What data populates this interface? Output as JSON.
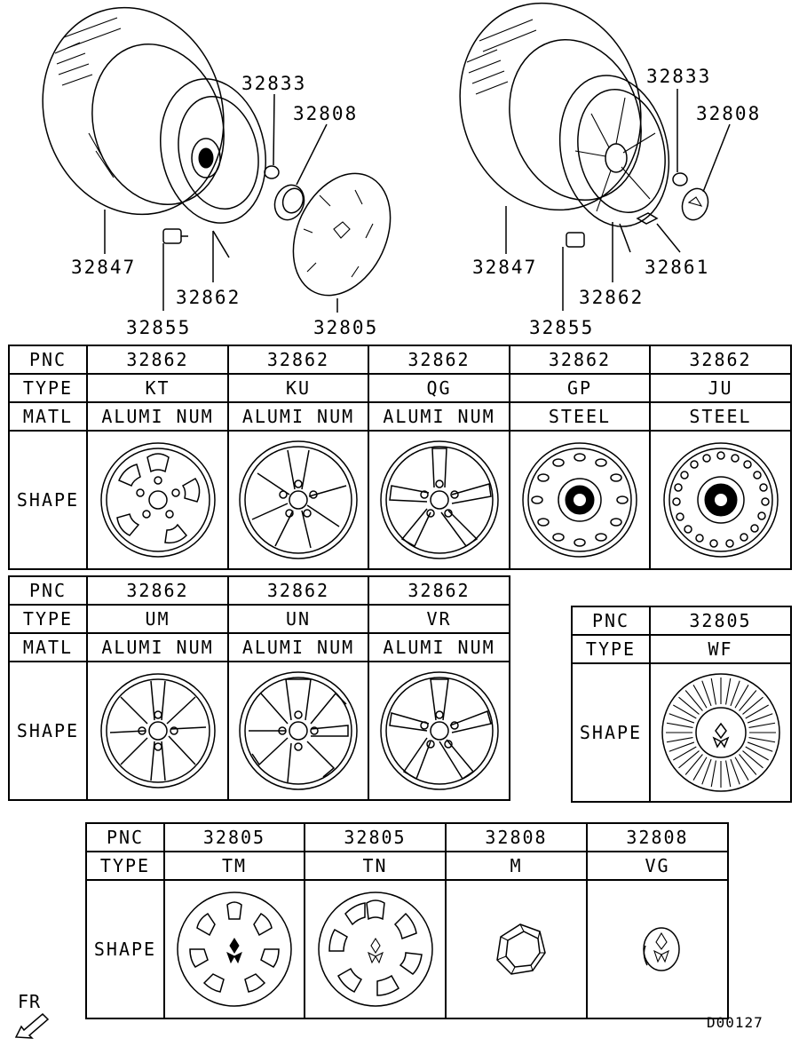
{
  "callouts": {
    "left": {
      "c32833": "32833",
      "c32808": "32808",
      "c32847": "32847",
      "c32862": "32862",
      "c32855": "32855",
      "c32805": "32805"
    },
    "right": {
      "c32833": "32833",
      "c32808": "32808",
      "c32847": "32847",
      "c32861": "32861",
      "c32862": "32862",
      "c32855": "32855"
    }
  },
  "table1": {
    "row_labels": {
      "pnc": "PNC",
      "type": "TYPE",
      "matl": "MATL",
      "shape": "SHAPE"
    },
    "columns": [
      {
        "pnc": "32862",
        "type": "KT",
        "matl": "ALUMI NUM",
        "shape_icon": "wheel-kt-icon"
      },
      {
        "pnc": "32862",
        "type": "KU",
        "matl": "ALUMI NUM",
        "shape_icon": "wheel-ku-icon"
      },
      {
        "pnc": "32862",
        "type": "QG",
        "matl": "ALUMI NUM",
        "shape_icon": "wheel-qg-icon"
      },
      {
        "pnc": "32862",
        "type": "GP",
        "matl": "STEEL",
        "shape_icon": "wheel-gp-icon"
      },
      {
        "pnc": "32862",
        "type": "JU",
        "matl": "STEEL",
        "shape_icon": "wheel-ju-icon"
      }
    ]
  },
  "table2": {
    "row_labels": {
      "pnc": "PNC",
      "type": "TYPE",
      "matl": "MATL",
      "shape": "SHAPE"
    },
    "columns": [
      {
        "pnc": "32862",
        "type": "UM",
        "matl": "ALUMI NUM",
        "shape_icon": "wheel-um-icon"
      },
      {
        "pnc": "32862",
        "type": "UN",
        "matl": "ALUMI NUM",
        "shape_icon": "wheel-un-icon"
      },
      {
        "pnc": "32862",
        "type": "VR",
        "matl": "ALUMI NUM",
        "shape_icon": "wheel-vr-icon"
      }
    ]
  },
  "table3": {
    "row_labels": {
      "pnc": "PNC",
      "type": "TYPE",
      "shape": "SHAPE"
    },
    "columns": [
      {
        "pnc": "32805",
        "type": "WF",
        "shape_icon": "wheel-cover-wf-icon"
      }
    ]
  },
  "table4": {
    "row_labels": {
      "pnc": "PNC",
      "type": "TYPE",
      "shape": "SHAPE"
    },
    "columns": [
      {
        "pnc": "32805",
        "type": "TM",
        "shape_icon": "wheel-cover-tm-icon"
      },
      {
        "pnc": "32805",
        "type": "TN",
        "shape_icon": "wheel-cover-tn-icon"
      },
      {
        "pnc": "32808",
        "type": "M",
        "shape_icon": "center-cap-m-icon"
      },
      {
        "pnc": "32808",
        "type": "VG",
        "shape_icon": "center-cap-vg-icon"
      }
    ]
  },
  "footer": {
    "direction": "FR",
    "code": "D00127",
    "direction_icon": "front-arrow-icon"
  }
}
